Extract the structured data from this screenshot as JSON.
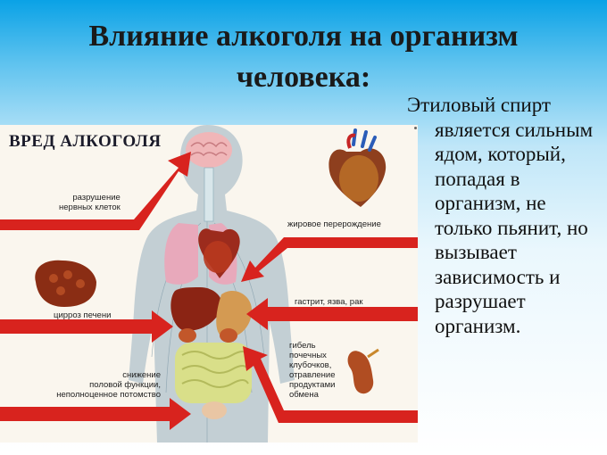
{
  "slide": {
    "title_line1": "Влияние алкоголя на организм",
    "title_line2": "человека:"
  },
  "poster": {
    "title": "ВРЕД АЛКОГОЛЯ",
    "labels": {
      "nerve_1": "разрушение",
      "nerve_2": "нервных клеток",
      "heart": "жировое перерождение",
      "cirrhosis": "цирроз печени",
      "stomach": "гастрит, язва, рак",
      "sexual_1": "снижение",
      "sexual_2": "половой функции,",
      "sexual_3": "неполноценное потомство",
      "kidney_1": "гибель",
      "kidney_2": "почечных",
      "kidney_3": "клубочков,",
      "kidney_4": "отравление",
      "kidney_5": "продуктами",
      "kidney_6": "обмена"
    }
  },
  "description": {
    "first_line": "Этиловый спирт",
    "rest": "является сильным ядом, который, попадая в организм, не только пьянит, но вызывает зависимость и разрушает организм."
  },
  "colors": {
    "arrow_red": "#d8231e",
    "title_text": "#1a1a1a"
  }
}
